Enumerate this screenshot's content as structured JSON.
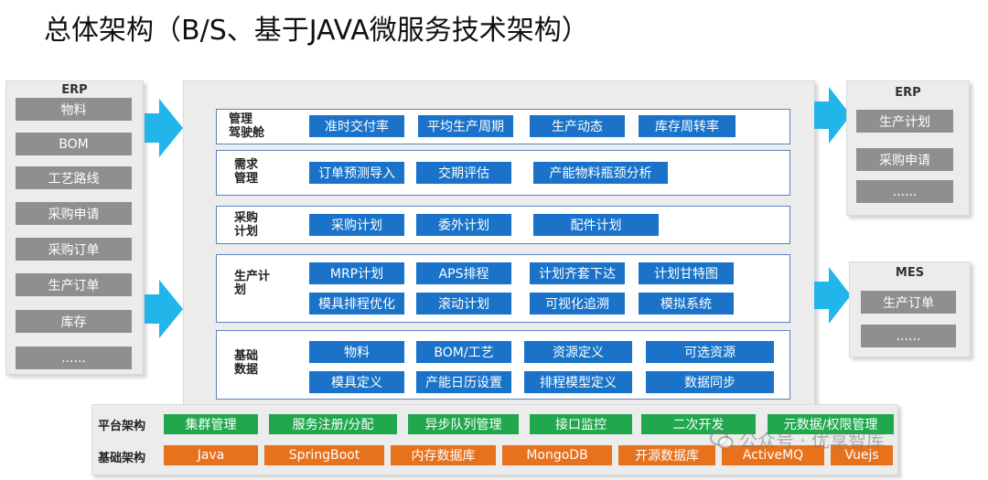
{
  "title": "总体架构（B/S、基于JAVA微服务技术架构）",
  "left_panel": {
    "title": "ERP",
    "items": [
      "物料",
      "BOM",
      "工艺路线",
      "采购申请",
      "采购订单",
      "生产订单",
      "库存",
      "......"
    ]
  },
  "right_erp": {
    "title": "ERP",
    "items": [
      "生产计划",
      "采购申请",
      "......"
    ]
  },
  "right_mes": {
    "title": "MES",
    "items": [
      "生产订单",
      "......"
    ]
  },
  "sections": {
    "cockpit": {
      "label": "管理\n驾驶舱",
      "items": [
        "准时交付率",
        "平均生产周期",
        "生产动态",
        "库存周转率"
      ]
    },
    "demand": {
      "label": "需求\n管理",
      "items": [
        "订单预测导入",
        "交期评估",
        "产能物料瓶颈分析"
      ]
    },
    "purchase": {
      "label": "采购\n计划",
      "items": [
        "采购计划",
        "委外计划",
        "配件计划"
      ]
    },
    "production": {
      "label": "生产计\n划",
      "items": [
        "MRP计划",
        "APS排程",
        "计划齐套下达",
        "计划甘特图",
        "模具排程优化",
        "滚动计划",
        "可视化追溯",
        "模拟系统"
      ]
    },
    "basedata": {
      "label": "基础\n数据",
      "items": [
        "物料",
        "BOM/工艺",
        "资源定义",
        "可选资源",
        "模具定义",
        "产能日历设置",
        "排程模型定义",
        "数据同步"
      ]
    }
  },
  "platform": {
    "label": "平台架构",
    "items": [
      "集群管理",
      "服务注册/分配",
      "异步队列管理",
      "接口监控",
      "二次开发",
      "元数据/权限管理"
    ]
  },
  "infrastructure": {
    "label": "基础架构",
    "items": [
      "Java",
      "SpringBoot",
      "内存数据库",
      "MongoDB",
      "开源数据库",
      "ActiveMQ",
      "Vuejs"
    ]
  },
  "watermark": "公众号 · 优享智库",
  "colors": {
    "blue": "#1a73c9",
    "green": "#21a84f",
    "orange": "#e8711c",
    "gray_box": "#8f8f8f",
    "arrow": "#21b5ea"
  }
}
